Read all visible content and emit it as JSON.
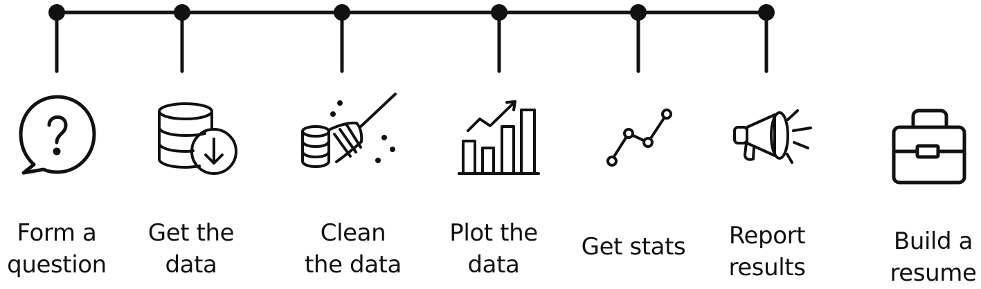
{
  "steps": [
    {
      "line1": "Form a",
      "line2": "question",
      "icon": "question-bubble-icon"
    },
    {
      "line1": "Get the",
      "line2": "data",
      "icon": "database-download-icon"
    },
    {
      "line1": "Clean",
      "line2": "the data",
      "icon": "broom-database-icon"
    },
    {
      "line1": "Plot the",
      "line2": "data",
      "icon": "bar-chart-icon"
    },
    {
      "line1": "Get stats",
      "line2": "",
      "icon": "line-graph-icon"
    },
    {
      "line1": "Report",
      "line2": "results",
      "icon": "megaphone-icon"
    },
    {
      "line1": "Build a",
      "line2": "resume",
      "icon": "briefcase-icon"
    }
  ],
  "colors": {
    "line": "#111111",
    "background": "#ffffff"
  }
}
